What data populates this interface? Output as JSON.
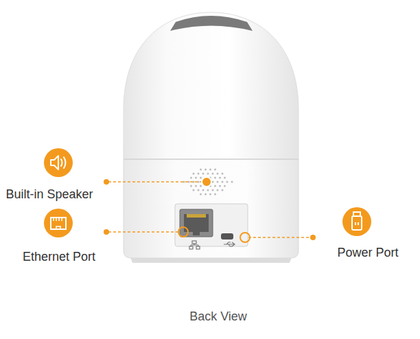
{
  "diagram": {
    "caption": "Back View",
    "labels": [
      "Built-in Speaker",
      "Ethernet Port",
      "Power Port"
    ]
  }
}
